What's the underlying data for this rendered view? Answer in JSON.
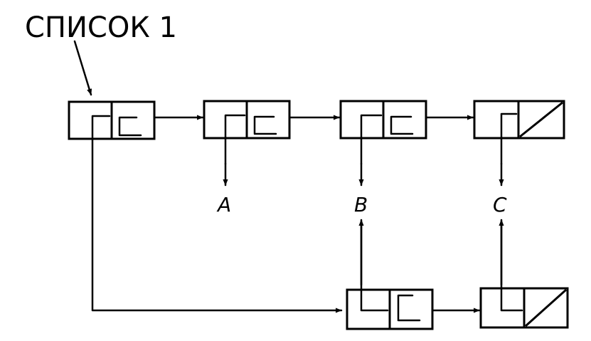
{
  "diagram": {
    "title": "СПИСОК 1",
    "atoms": {
      "a": "A",
      "b": "B",
      "c": "C"
    },
    "colors": {
      "line": "#000000",
      "background": "#ffffff"
    }
  }
}
